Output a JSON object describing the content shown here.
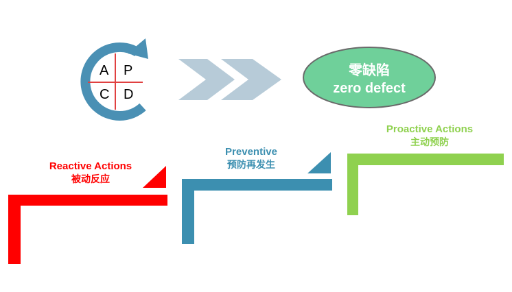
{
  "pdca": {
    "a": "A",
    "p": "P",
    "c": "C",
    "d": "D"
  },
  "goal": {
    "cn": "零缺陷",
    "en": "zero defect"
  },
  "steps": [
    {
      "en": "Reactive Actions",
      "cn": "被动反应"
    },
    {
      "en": "Preventive",
      "cn": "预防再发生"
    },
    {
      "en": "Proactive Actions",
      "cn": "主动预防"
    }
  ],
  "colors": {
    "pdca_ring": "#4a90b4",
    "pdca_cross": "#e04040",
    "arrows": "#b7cbd8",
    "ellipse_fill": "#6fd09a",
    "ellipse_stroke": "#6a6a6a",
    "reactive": "#ff0000",
    "preventive": "#3c8fb0",
    "proactive": "#8fd14f"
  }
}
